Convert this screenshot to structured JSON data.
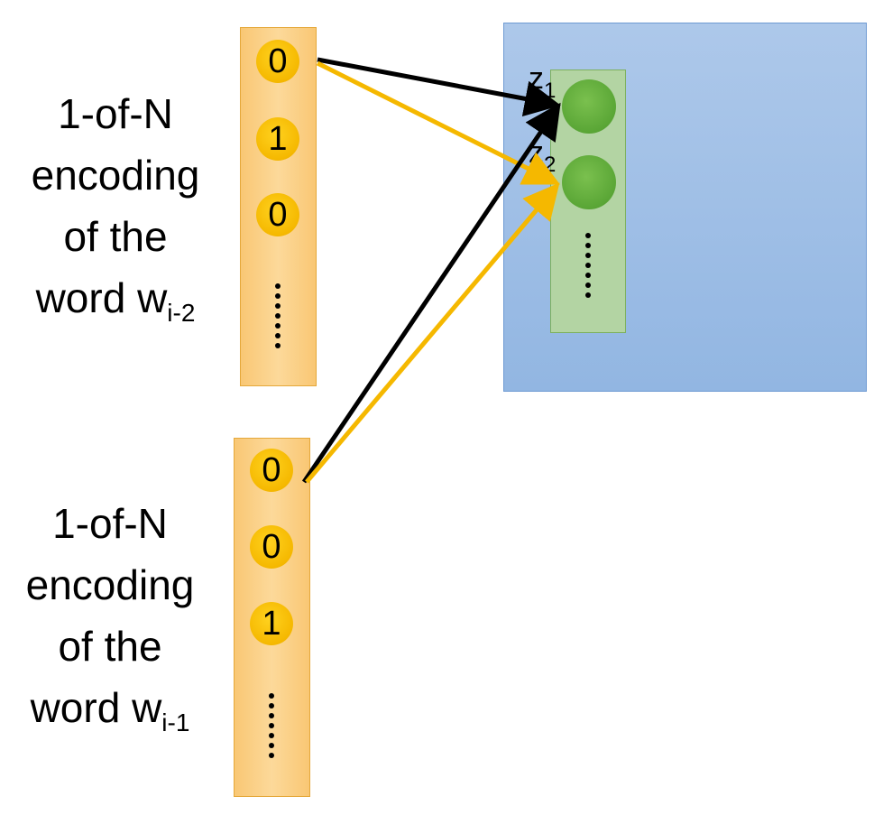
{
  "input_top": {
    "caption_lines": [
      "1-of-N",
      "encoding",
      "of the"
    ],
    "caption_word": "word w",
    "caption_subscript": "i-2",
    "values": [
      "0",
      "1",
      "0"
    ]
  },
  "input_bottom": {
    "caption_lines": [
      "1-of-N",
      "encoding",
      "of the"
    ],
    "caption_word": "word w",
    "caption_subscript": "i-1",
    "values": [
      "0",
      "0",
      "1"
    ]
  },
  "hidden": {
    "z1": {
      "main": "z",
      "sub": "1"
    },
    "z2": {
      "main": "z",
      "sub": "2"
    }
  },
  "colors": {
    "arrow_black": "#000000",
    "arrow_yellow": "#f5b800",
    "vector_fill": "#fbd085",
    "hidden_fill": "#a3c2e8",
    "hidden_col_fill": "#b3d4a3",
    "hidden_node": "#5aa636"
  }
}
